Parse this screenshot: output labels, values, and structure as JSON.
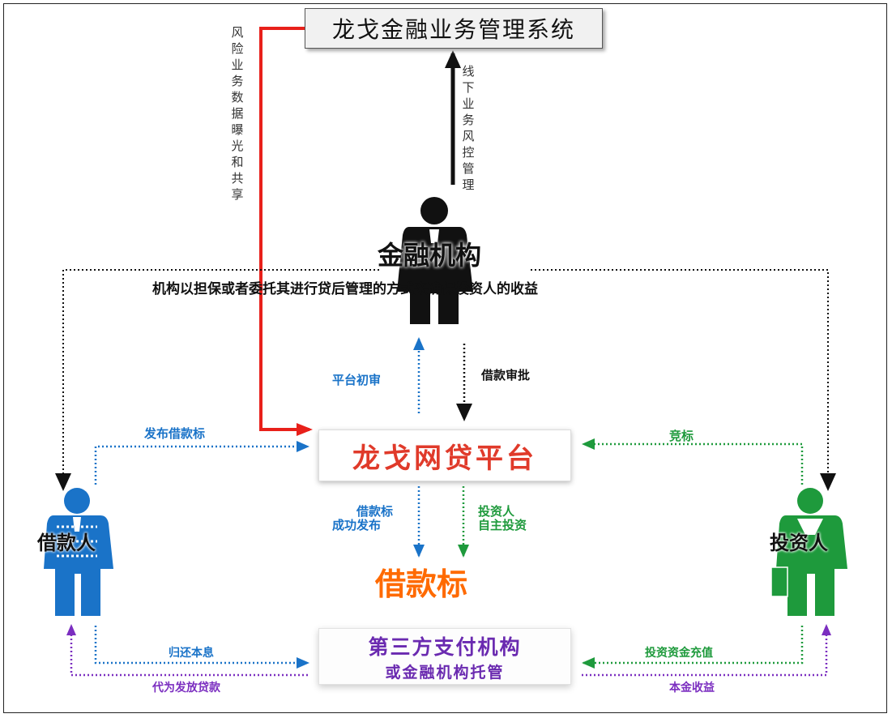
{
  "system_box": {
    "label": "龙戈金融业务管理系统"
  },
  "institution": {
    "label": "金融机构",
    "caption": "机构以担保或者委托其进行贷后管理的方式来确保投资人的收益"
  },
  "platform_box": {
    "label": "龙戈网贷平台"
  },
  "loan_target": {
    "label": "借款标"
  },
  "payment_box": {
    "line1": "第三方支付机构",
    "line2": "或金融机构托管"
  },
  "borrower": {
    "label": "借款人"
  },
  "investor": {
    "label": "投资人"
  },
  "edges": {
    "risk_data": "风险业务数据曝光和共享",
    "offline_risk": "线下业务风控管理",
    "platform_review": "平台初审",
    "loan_approval": "借款审批",
    "publish_loan": "发布借款标",
    "bid": "竞标",
    "loan_published_1": "借款标",
    "loan_published_2": "成功发布",
    "investor_self_1": "投资人",
    "investor_self_2": "自主投资",
    "repay": "归还本息",
    "disburse": "代为发放贷款",
    "recharge": "投资资金充值",
    "principal_income": "本金收益"
  },
  "colors": {
    "red": "#e8201a",
    "blue": "#1a73c8",
    "green": "#1e9a3c",
    "purple": "#7b2ec0",
    "orange": "#ff6a00",
    "black": "#111111"
  }
}
